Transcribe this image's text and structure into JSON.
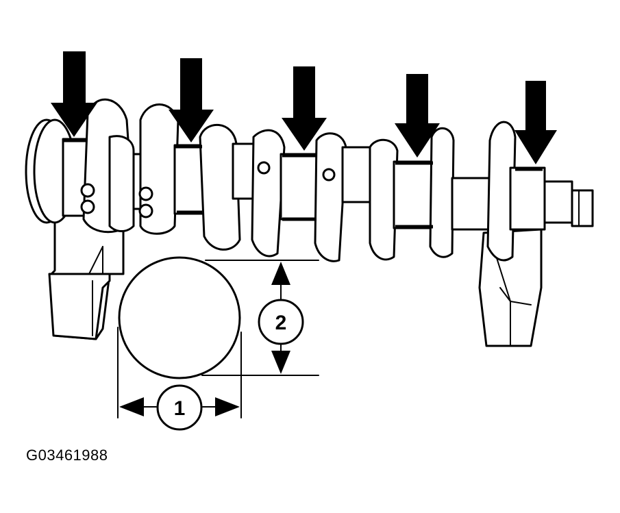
{
  "figure_id": "G03461988",
  "callouts": {
    "width": "1",
    "height": "2"
  },
  "colors": {
    "ink": "#000000",
    "paper": "#ffffff"
  }
}
